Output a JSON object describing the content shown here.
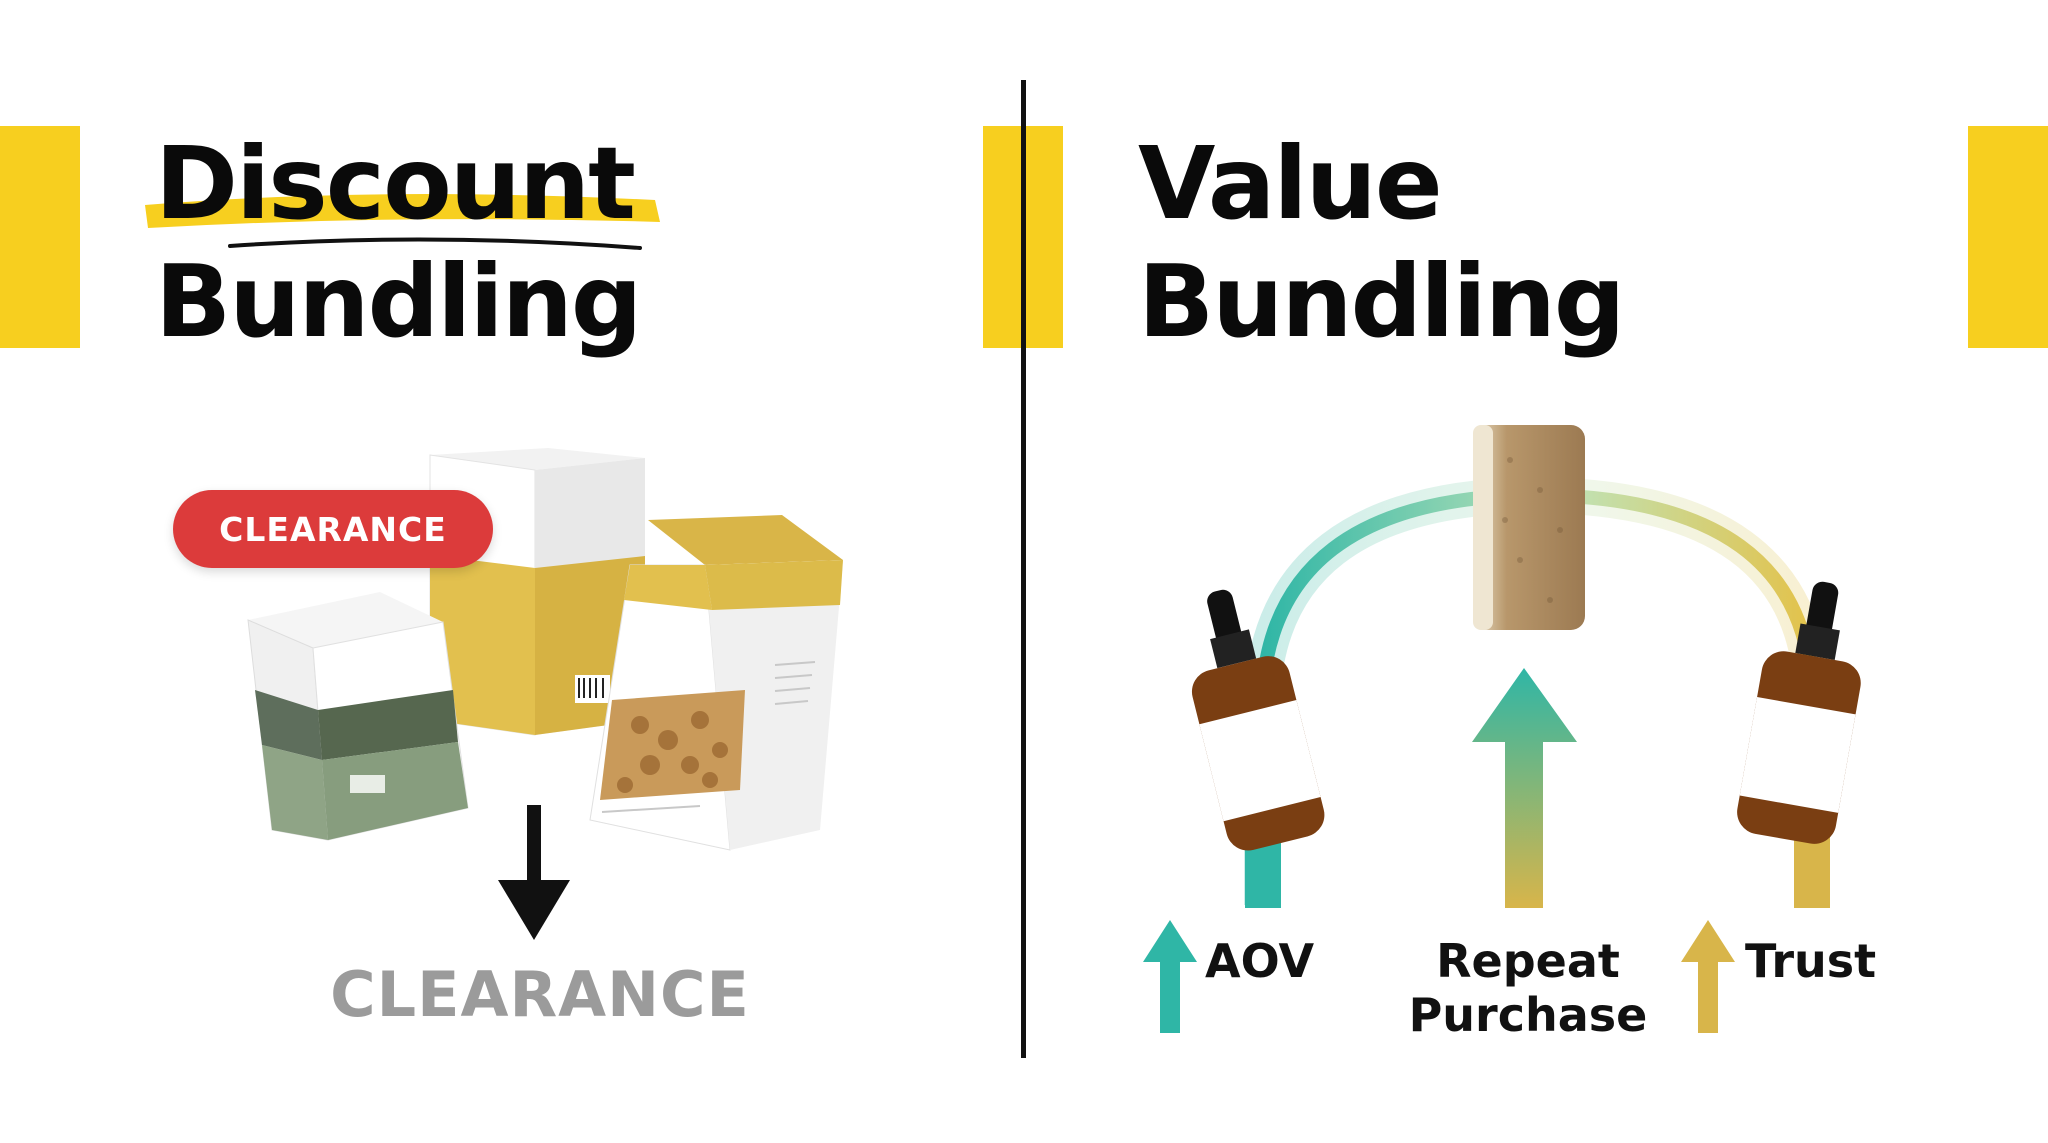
{
  "colors": {
    "accent": "#f7cf1f",
    "clearance_red": "#dc3b3b",
    "teal": "#2fb6a6",
    "gold": "#d8b54a"
  },
  "left_panel": {
    "title_line1": "Discount",
    "title_line2": "Bundling",
    "tag_label": "CLEARANCE",
    "bottom_label": "CLEARANCE"
  },
  "right_panel": {
    "title_line1": "Value",
    "title_line2": "Bundling",
    "metrics": [
      {
        "label": "AOV",
        "color": "teal"
      },
      {
        "label_line1": "Repeat",
        "label_line2": "Purchase",
        "color": "teal"
      },
      {
        "label": "Trust",
        "color": "gold"
      }
    ]
  }
}
